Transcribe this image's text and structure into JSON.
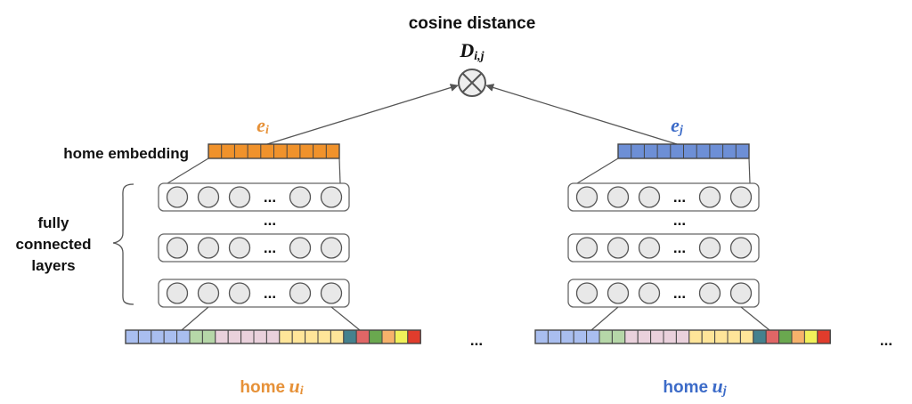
{
  "colors": {
    "left_accent": "#E69138",
    "right_accent": "#3C6BC8",
    "embedding_left": "#F0922B",
    "embedding_right": "#6D8FD6",
    "node_fill": "#E8E8E8",
    "stroke": "#555555",
    "input_cells": [
      "#A9BEEF",
      "#A9BEEF",
      "#A9BEEF",
      "#A9BEEF",
      "#A9BEEF",
      "#B6D7A8",
      "#B6D7A8",
      "#EAD1DC",
      "#EAD1DC",
      "#EAD1DC",
      "#EAD1DC",
      "#EAD1DC",
      "#FFE599",
      "#FFE599",
      "#FFE599",
      "#FFE599",
      "#FFE599",
      "#45818E",
      "#E06666",
      "#6AA84F",
      "#F6B26B",
      "#F1F15A",
      "#E03C2C"
    ]
  },
  "icons": {
    "combine": "circled-times-icon"
  },
  "output": {
    "title": "cosine distance",
    "symbol": "D",
    "subscript": "i,j"
  },
  "left": {
    "embedding_symbol": "e",
    "embedding_sub": "i",
    "home_prefix": "home",
    "home_symbol": "u",
    "home_sub": "i"
  },
  "right": {
    "embedding_symbol": "e",
    "embedding_sub": "j",
    "home_prefix": "home",
    "home_symbol": "u",
    "home_sub": "j"
  },
  "labels": {
    "home_embedding": "home embedding",
    "fc_line1": "fully",
    "fc_line2": "connected",
    "fc_line3": "layers",
    "ellipsis": "...",
    "vertical_dots": "..."
  }
}
